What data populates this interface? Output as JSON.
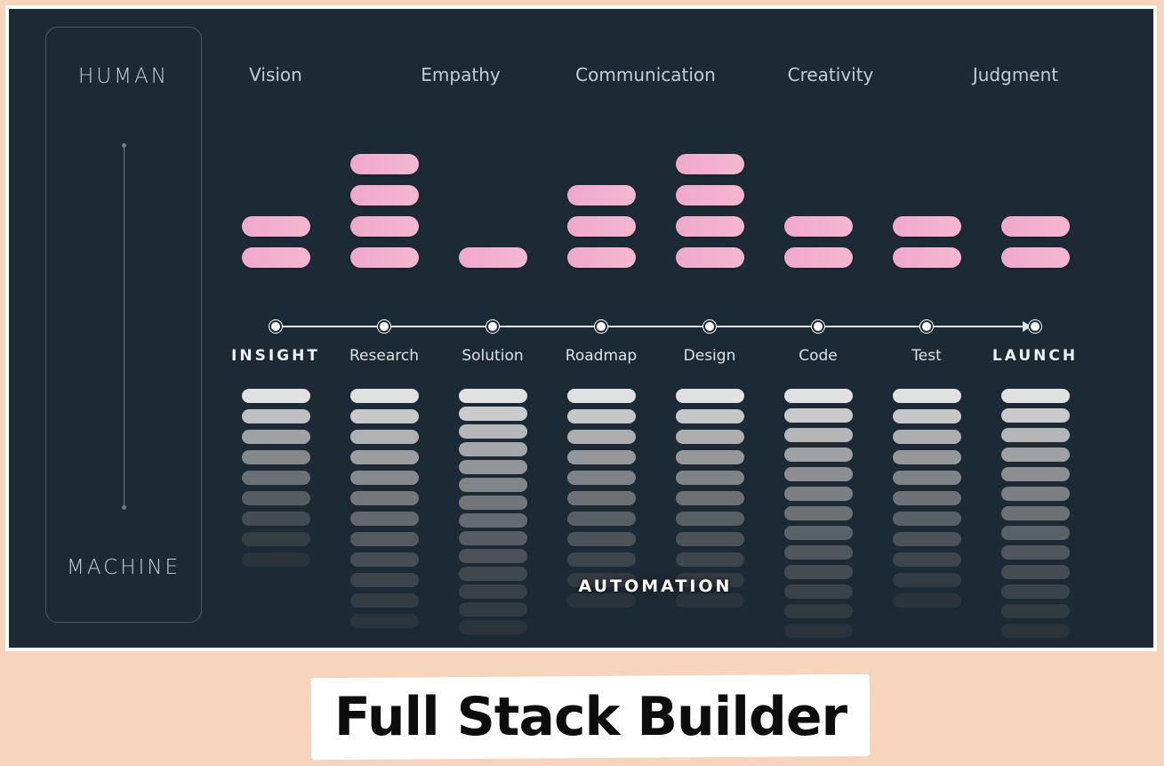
{
  "axis": {
    "top_label": "HUMAN",
    "bottom_label": "MACHINE"
  },
  "skills": [
    "Vision",
    "Empathy",
    "Communication",
    "Creativity",
    "Judgment"
  ],
  "stages": [
    {
      "label": "INSIGHT",
      "emphasis": true,
      "human_level": 2,
      "automation_level": 9
    },
    {
      "label": "Research",
      "emphasis": false,
      "human_level": 4,
      "automation_level": 12
    },
    {
      "label": "Solution",
      "emphasis": false,
      "human_level": 1,
      "automation_level": 14
    },
    {
      "label": "Roadmap",
      "emphasis": false,
      "human_level": 3,
      "automation_level": 11
    },
    {
      "label": "Design",
      "emphasis": false,
      "human_level": 4,
      "automation_level": 11
    },
    {
      "label": "Code",
      "emphasis": false,
      "human_level": 2,
      "automation_level": 13
    },
    {
      "label": "Test",
      "emphasis": false,
      "human_level": 2,
      "automation_level": 11
    },
    {
      "label": "LAUNCH",
      "emphasis": true,
      "human_level": 2,
      "automation_level": 13
    }
  ],
  "automation_label": "AUTOMATION",
  "caption": "Full Stack Builder",
  "colors": {
    "background": "#1b2a35",
    "human_bar": "#f0a8cd",
    "machine_bar": "#dcdcdc",
    "page": "#f7d5bd"
  }
}
